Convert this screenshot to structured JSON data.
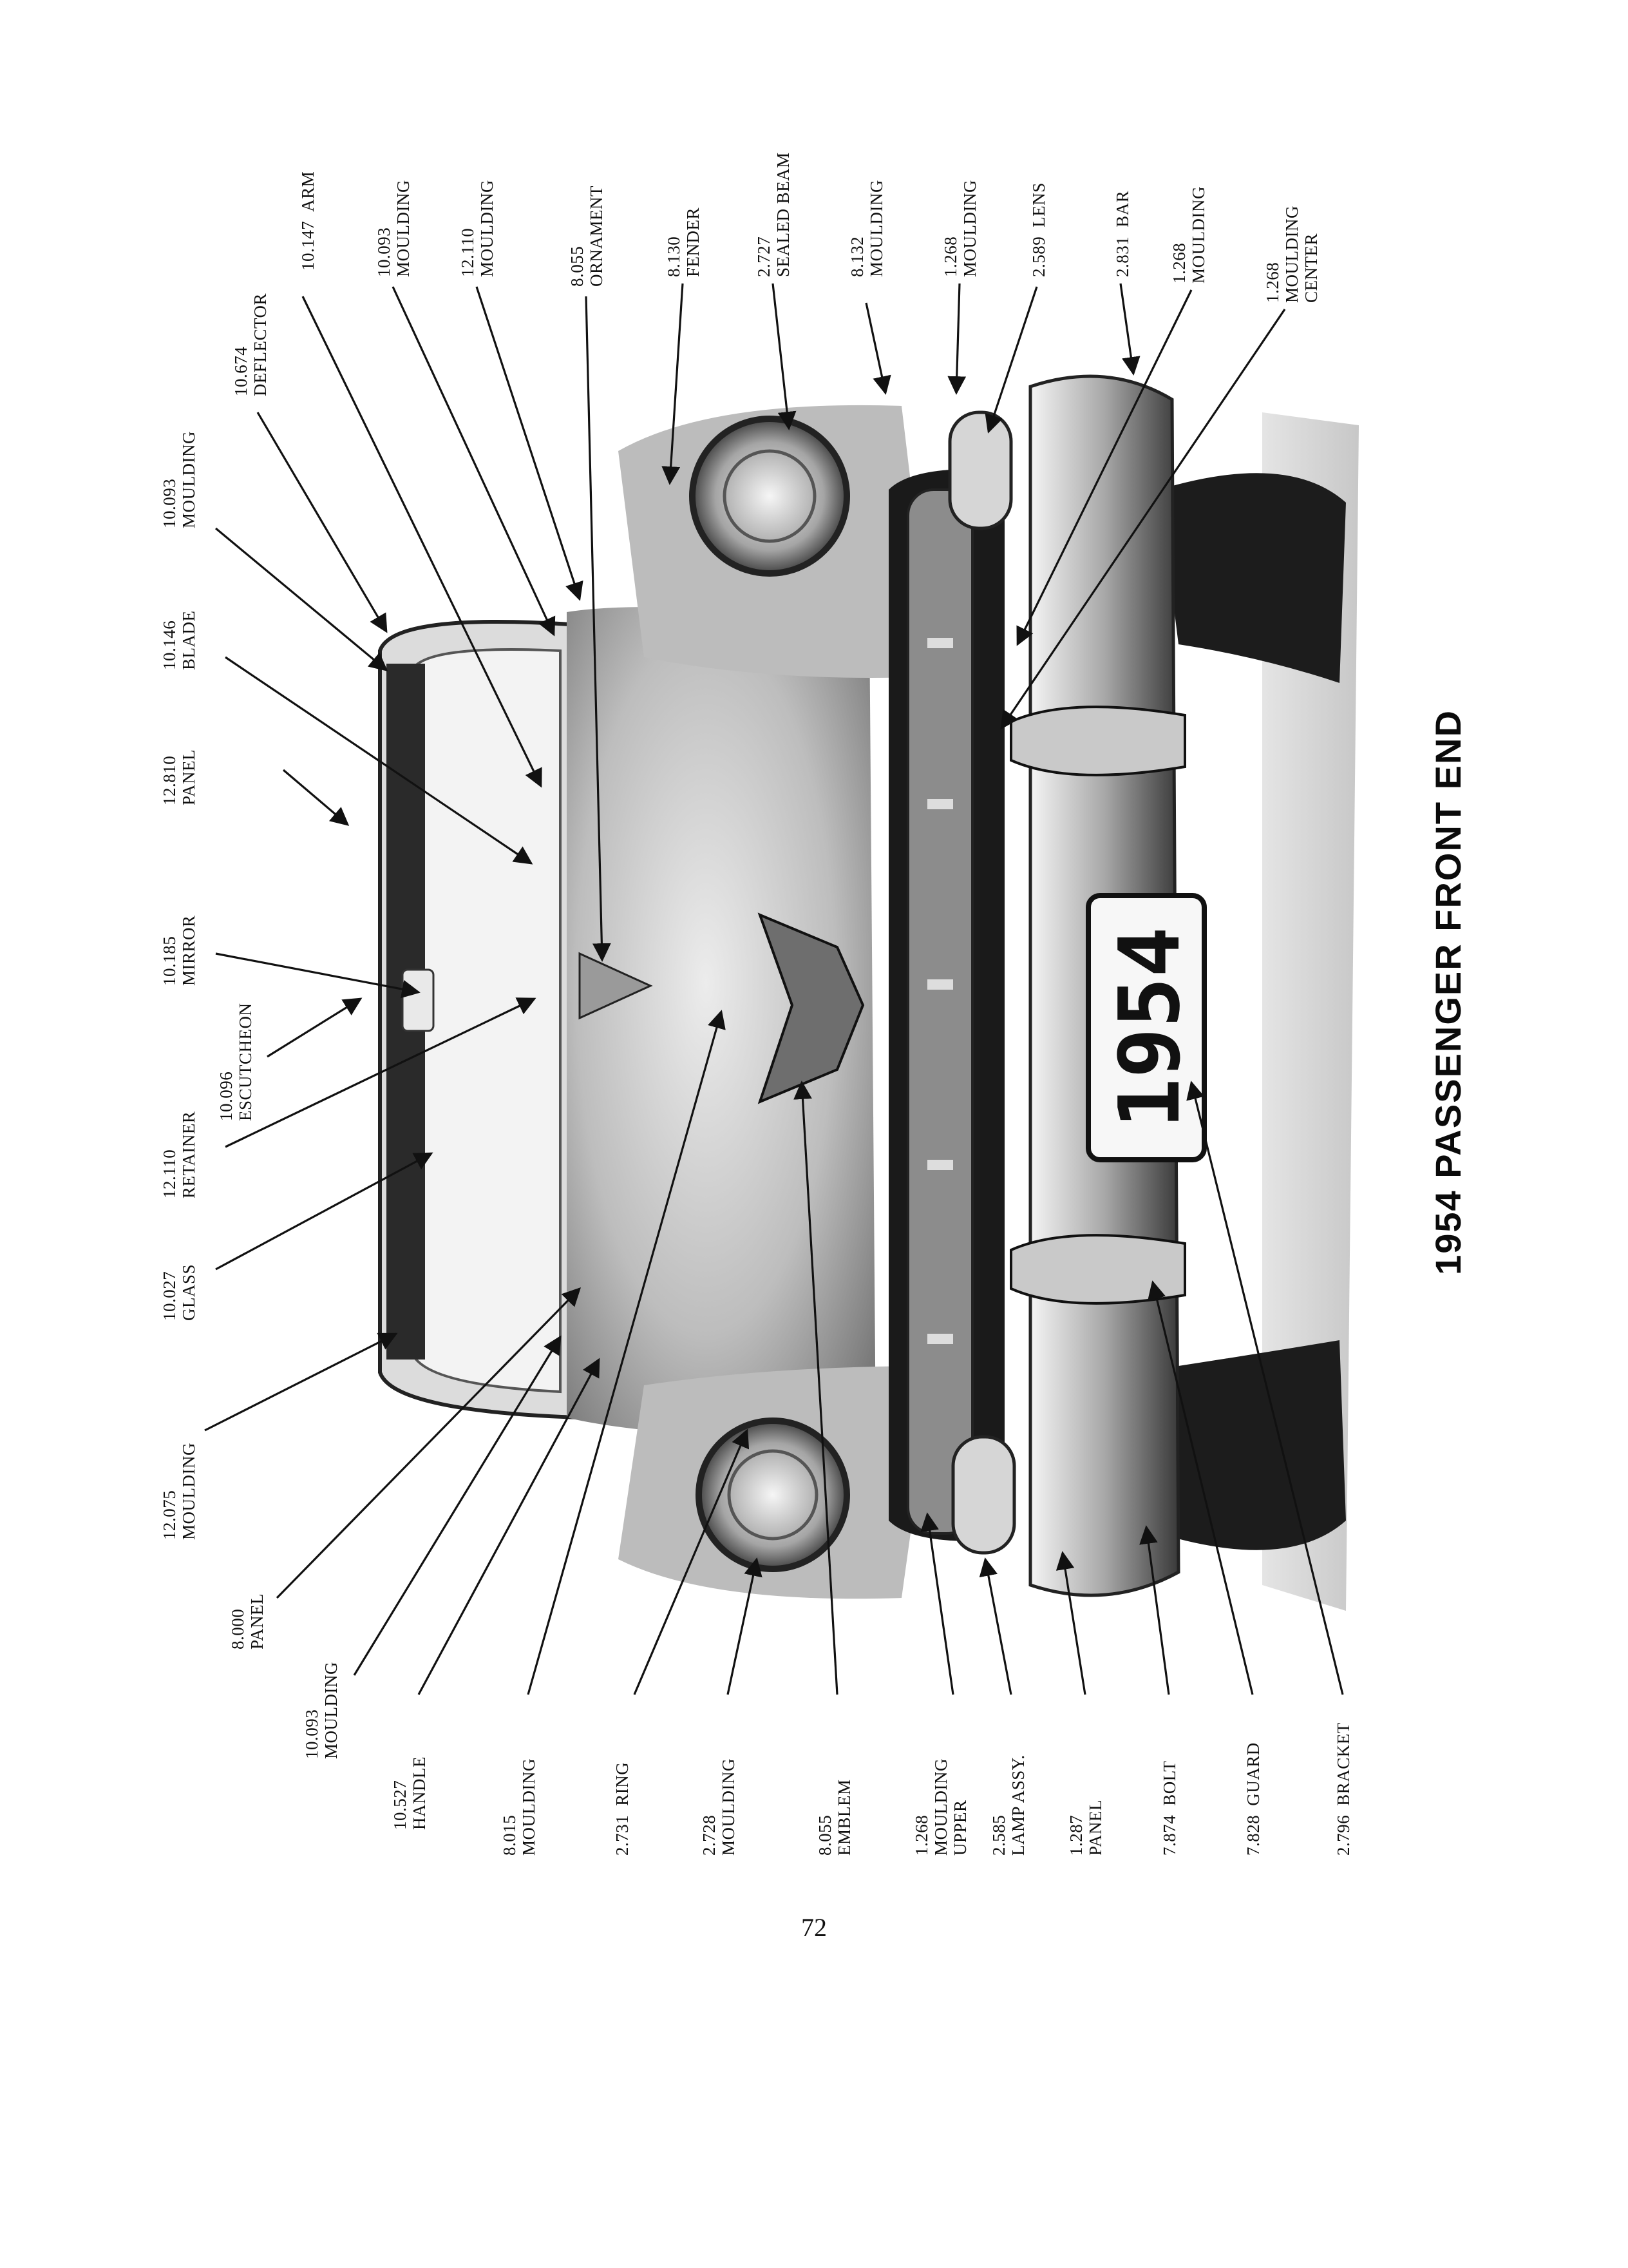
{
  "title": "1954 PASSENGER FRONT END",
  "page_number": "72",
  "plate_number": "1954",
  "top_labels": [
    {
      "id": "moulding-12075",
      "number": "12.075",
      "name": "MOULDING"
    },
    {
      "id": "glass-10027",
      "number": "10.027",
      "name": "GLASS"
    },
    {
      "id": "retainer-12110",
      "number": "12.110",
      "name": "RETAINER"
    },
    {
      "id": "escutcheon-10096",
      "number": "10.096",
      "name": "ESCUTCHEON"
    },
    {
      "id": "mirror-10185",
      "number": "10.185",
      "name": "MIRROR"
    },
    {
      "id": "panel-12810",
      "number": "12.810",
      "name": "PANEL"
    },
    {
      "id": "blade-10146",
      "number": "10.146",
      "name": "BLADE"
    },
    {
      "id": "moulding-10093a",
      "number": "10.093",
      "name": "MOULDING"
    },
    {
      "id": "deflector-10674",
      "number": "10.674",
      "name": "DEFLECTOR"
    },
    {
      "id": "arm-10147",
      "number": "10.147",
      "name": "ARM"
    },
    {
      "id": "moulding-10093b",
      "number": "10.093",
      "name": "MOULDING"
    },
    {
      "id": "moulding-12110",
      "number": "12.110",
      "name": "MOULDING"
    },
    {
      "id": "ornament-8055",
      "number": "8.055",
      "name": "ORNAMENT"
    },
    {
      "id": "fender-8130",
      "number": "8.130",
      "name": "FENDER"
    },
    {
      "id": "sealed-beam-2727",
      "number": "2.727",
      "name": "SEALED BEAM"
    },
    {
      "id": "moulding-8132",
      "number": "8.132",
      "name": "MOULDING"
    },
    {
      "id": "moulding-1268a",
      "number": "1.268",
      "name": "MOULDING"
    },
    {
      "id": "lens-2589",
      "number": "2.589",
      "name": "LENS"
    },
    {
      "id": "bar-2831",
      "number": "2.831",
      "name": "BAR"
    },
    {
      "id": "moulding-1268b",
      "number": "1.268",
      "name": "MOULDING"
    },
    {
      "id": "moulding-center-1268",
      "number": "1.268",
      "name": "MOULDING",
      "name2": "CENTER"
    }
  ],
  "bottom_labels": [
    {
      "id": "panel-8000",
      "number": "8.000",
      "name": "PANEL"
    },
    {
      "id": "moulding-10093c",
      "number": "10.093",
      "name": "MOULDING"
    },
    {
      "id": "handle-10527",
      "number": "10.527",
      "name": "HANDLE"
    },
    {
      "id": "moulding-8015",
      "number": "8.015",
      "name": "MOULDING"
    },
    {
      "id": "ring-2731",
      "number": "2.731",
      "name": "RING"
    },
    {
      "id": "moulding-2728",
      "number": "2.728",
      "name": "MOULDING"
    },
    {
      "id": "emblem-8055",
      "number": "8.055",
      "name": "EMBLEM"
    },
    {
      "id": "moulding-upper-1268",
      "number": "1.268",
      "name": "MOULDING",
      "name2": "UPPER"
    },
    {
      "id": "lamp-assy-2585",
      "number": "2.585",
      "name": "LAMP ASSY."
    },
    {
      "id": "panel-1287",
      "number": "1.287",
      "name": "PANEL"
    },
    {
      "id": "bolt-7874",
      "number": "7.874",
      "name": "BOLT"
    },
    {
      "id": "guard-7828",
      "number": "7.828",
      "name": "GUARD"
    },
    {
      "id": "bracket-2796",
      "number": "2.796",
      "name": "BRACKET"
    }
  ]
}
